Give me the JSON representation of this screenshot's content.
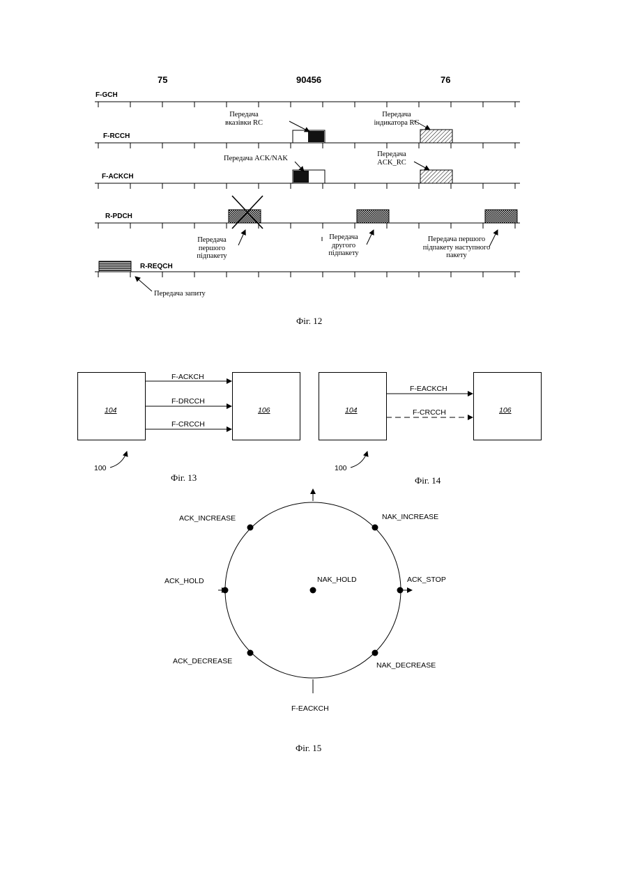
{
  "header": {
    "left": "75",
    "center": "90456",
    "right": "76"
  },
  "fig12": {
    "caption": "Фіг. 12",
    "channels": {
      "f_gch": "F-GCH",
      "f_rcch": "F-RCCH",
      "f_ackch": "F-ACKCH",
      "r_pdch": "R-PDCH",
      "r_reqch": "R-REQCH"
    },
    "annotations": {
      "rc_indication": [
        "Передача",
        "вказівки RC"
      ],
      "rc_indicator": [
        "Передача",
        "індикатора RC"
      ],
      "ack_nak": [
        "Передача ACK/NAK"
      ],
      "ack_rc": [
        "Передача",
        "ACK_RC"
      ],
      "first_subpacket": [
        "Передача",
        "першого",
        "підпакету"
      ],
      "second_subpacket": [
        "Передача",
        "другого",
        "підпакету"
      ],
      "first_subpacket_next": [
        "Передача першого",
        "підпакету наступного",
        "пакету"
      ],
      "request": [
        "Передача запиту"
      ]
    }
  },
  "fig13": {
    "caption": "Фіг. 13",
    "ref": "100",
    "box_left": "104",
    "box_right": "106",
    "signals": [
      "F-ACKCH",
      "F-DRCCH",
      "F-CRCCH"
    ]
  },
  "fig14": {
    "caption": "Фіг. 14",
    "ref": "100",
    "box_left": "104",
    "box_right": "106",
    "signals": [
      "F-EACKCH",
      "F-CRCCH"
    ]
  },
  "fig15": {
    "caption": "Фіг. 15",
    "channel": "F-EACKCH",
    "points": {
      "ack_increase": "ACK_INCREASE",
      "nak_increase": "NAK_INCREASE",
      "ack_hold": "ACK_HOLD",
      "nak_hold": "NAK_HOLD",
      "ack_stop": "ACK_STOP",
      "ack_decrease": "ACK_DECREASE",
      "nak_decrease": "NAK_DECREASE"
    }
  }
}
